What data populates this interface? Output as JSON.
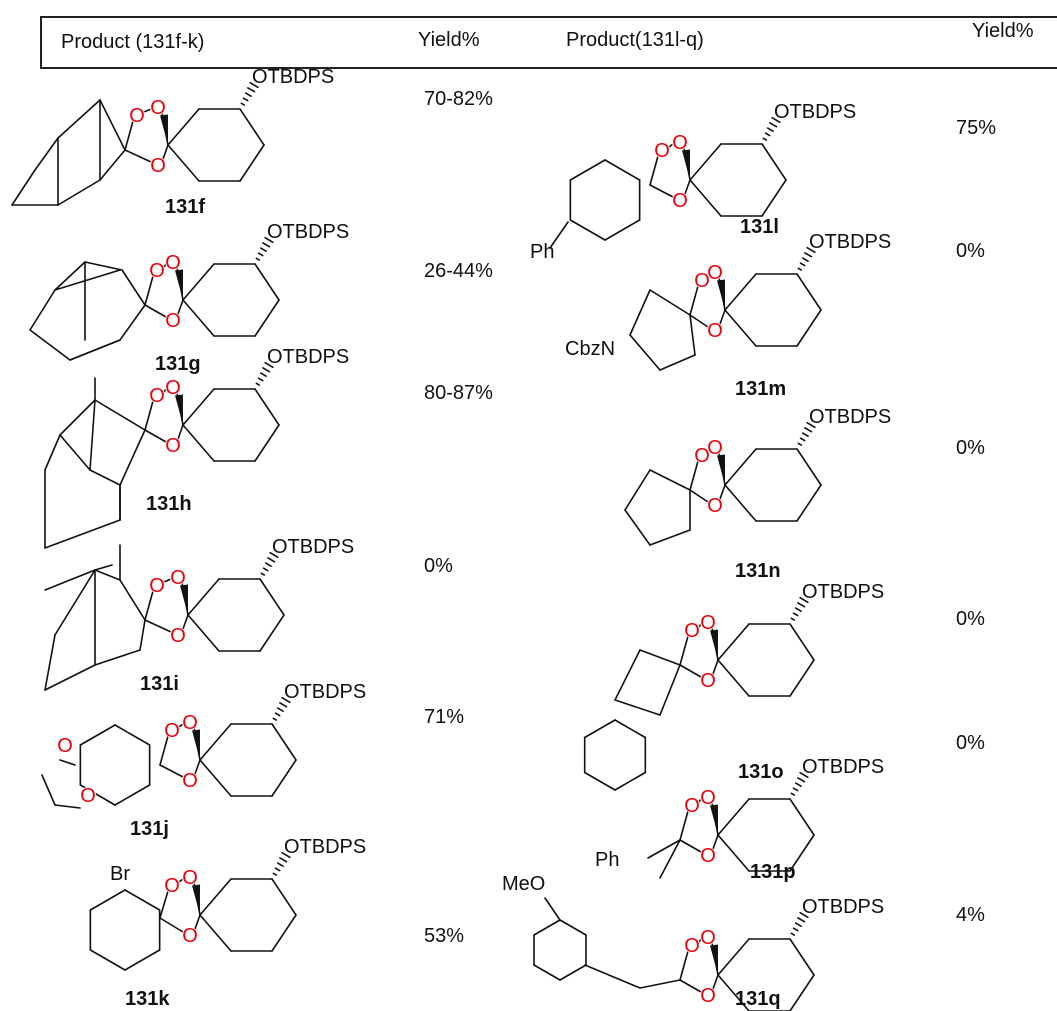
{
  "header": {
    "product_left": "Product (131f-k)",
    "yield_left": "Yield%",
    "product_right": "Product(131l-q)",
    "yield_right": "Yield%"
  },
  "common_label": "OTBDPS",
  "oxygen_symbol": "O",
  "oxygen_color": "#e8000b",
  "left_compounds": [
    {
      "id": "131f",
      "yield": "70-82%"
    },
    {
      "id": "131g",
      "yield": "26-44%"
    },
    {
      "id": "131h",
      "yield": "80-87%"
    },
    {
      "id": "131i",
      "yield": "0%"
    },
    {
      "id": "131j",
      "yield": "71%"
    },
    {
      "id": "131k",
      "yield": "53%",
      "substituent": "Br"
    }
  ],
  "right_compounds": [
    {
      "id": "131l",
      "yield": "75%",
      "substituent": "Ph"
    },
    {
      "id": "131m",
      "yield": "0%",
      "substituent": "CbzN"
    },
    {
      "id": "131n",
      "yield": "0%"
    },
    {
      "id": "131o",
      "yield": "0%"
    },
    {
      "id": "131p",
      "yield": "0%",
      "substituent": "Ph"
    },
    {
      "id": "131q",
      "yield": "4%",
      "substituent": "MeO"
    }
  ]
}
